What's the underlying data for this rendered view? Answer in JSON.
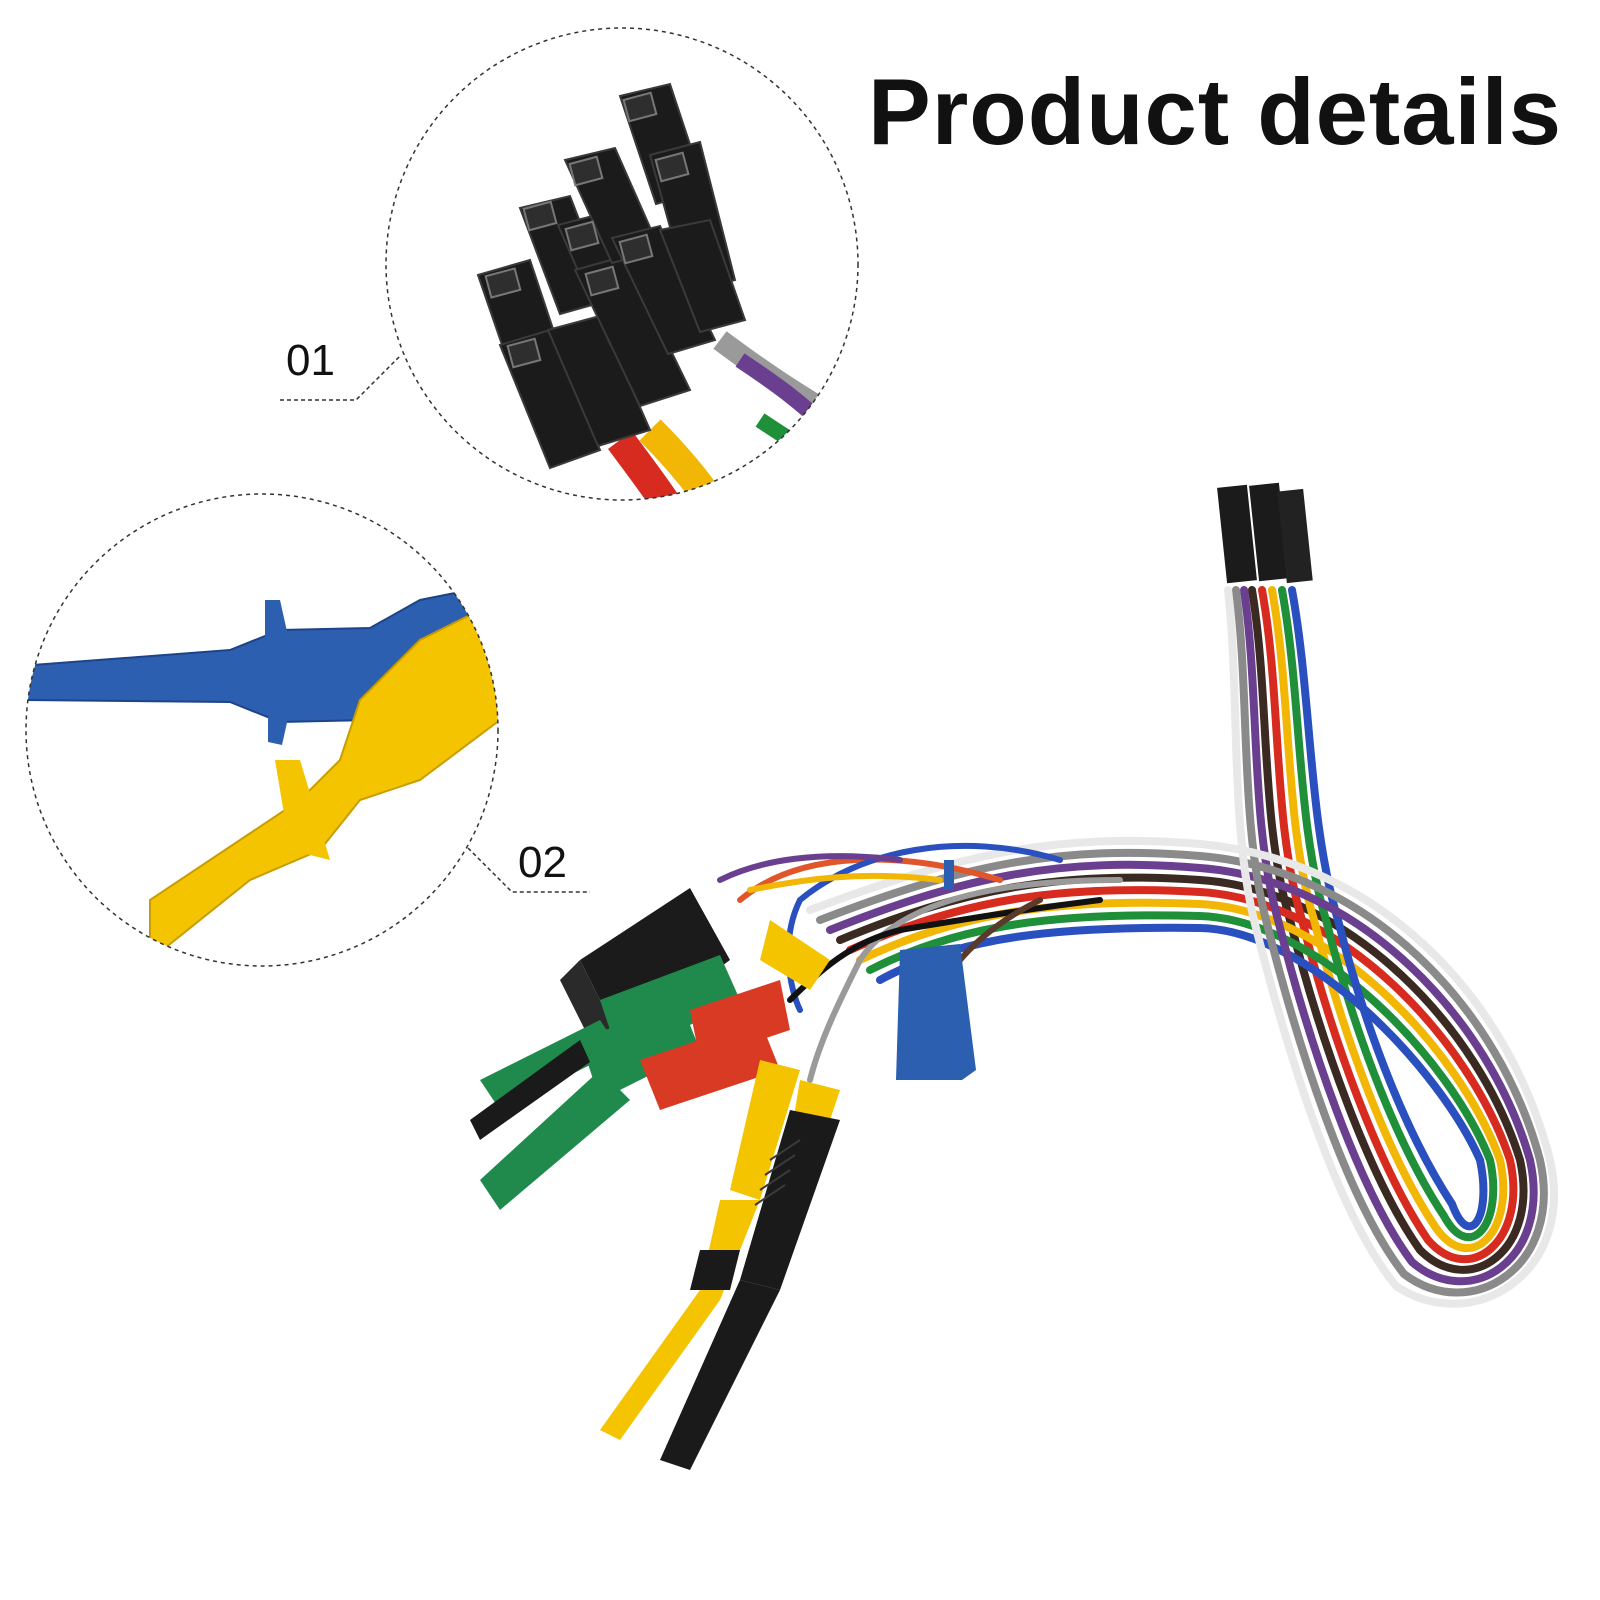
{
  "header": {
    "title": "Product details"
  },
  "callouts": [
    {
      "label": "01",
      "subject": "black dupont female connector housings"
    },
    {
      "label": "02",
      "subject": "blue and yellow test hook clips"
    }
  ],
  "colors": {
    "wires": [
      "#3a2a22",
      "#d62b1e",
      "#f2b705",
      "#1f8f3a",
      "#2a4fbf",
      "#6b3f8f",
      "#8a8a8a",
      "#f4f4f4",
      "#111111",
      "#e0562a"
    ],
    "hook_blue": "#2c5fb0",
    "hook_yellow": "#f5c400",
    "hook_green": "#1f8a4c",
    "hook_red": "#d83a24",
    "hook_black": "#1a1a1a"
  }
}
